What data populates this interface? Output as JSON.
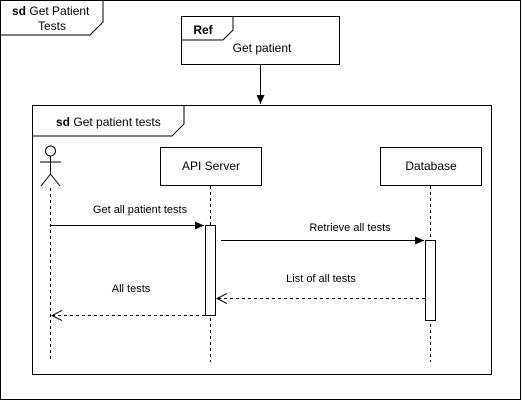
{
  "outer_frame": {
    "keyword": "sd",
    "title_line1": "Get Patient",
    "title_line2": "Tests"
  },
  "ref_frame": {
    "keyword": "Ref",
    "label": "Get patient"
  },
  "inner_frame": {
    "keyword": "sd",
    "title": "Get patient tests"
  },
  "lifelines": {
    "actor": {
      "label": ""
    },
    "api_server": {
      "label": "API Server"
    },
    "database": {
      "label": "Database"
    }
  },
  "messages": {
    "m1": "Get all patient tests",
    "m2": "Retrieve all tests",
    "m3": "List of all tests",
    "m4": "All tests"
  },
  "colors": {
    "stroke": "#000000",
    "background": "#ffffff"
  }
}
